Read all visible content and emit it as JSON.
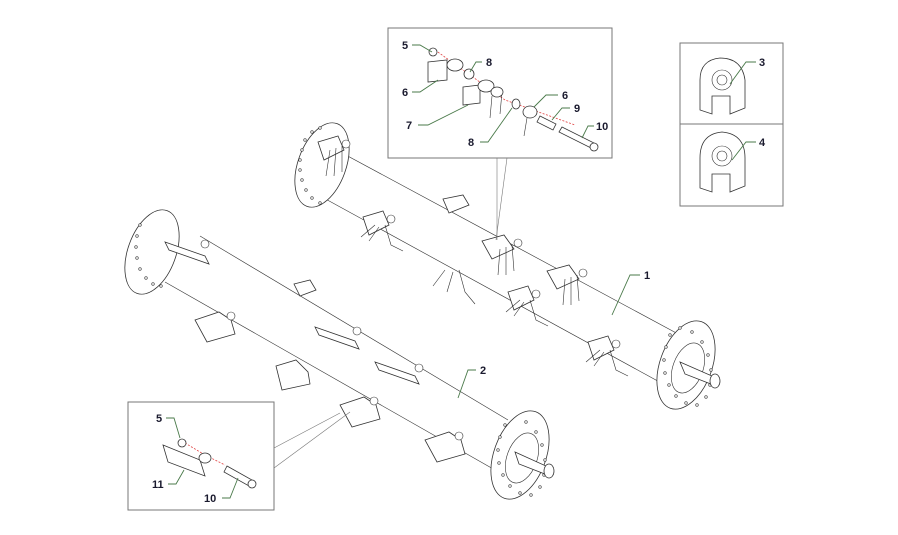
{
  "title": "Rotor assembly exploded parts diagram",
  "colors": {
    "label_text": "#1a1a2e",
    "leader_line": "#4a7a4a",
    "line_art": "#333333",
    "box_border": "#777777",
    "axis_dash": "#e04040"
  },
  "callouts": {
    "main_rotor_1": "1",
    "main_rotor_2": "2",
    "bearing_3": "3",
    "bearing_4": "4",
    "top_inset": {
      "nut": "5",
      "bracket_left": "6",
      "bracket_right": "6",
      "blades": "7",
      "spacer_upper": "8",
      "spacer_lower": "8",
      "bushing": "9",
      "bolt": "10"
    },
    "bottom_inset": {
      "nut": "5",
      "blade": "11",
      "bolt": "10"
    }
  }
}
